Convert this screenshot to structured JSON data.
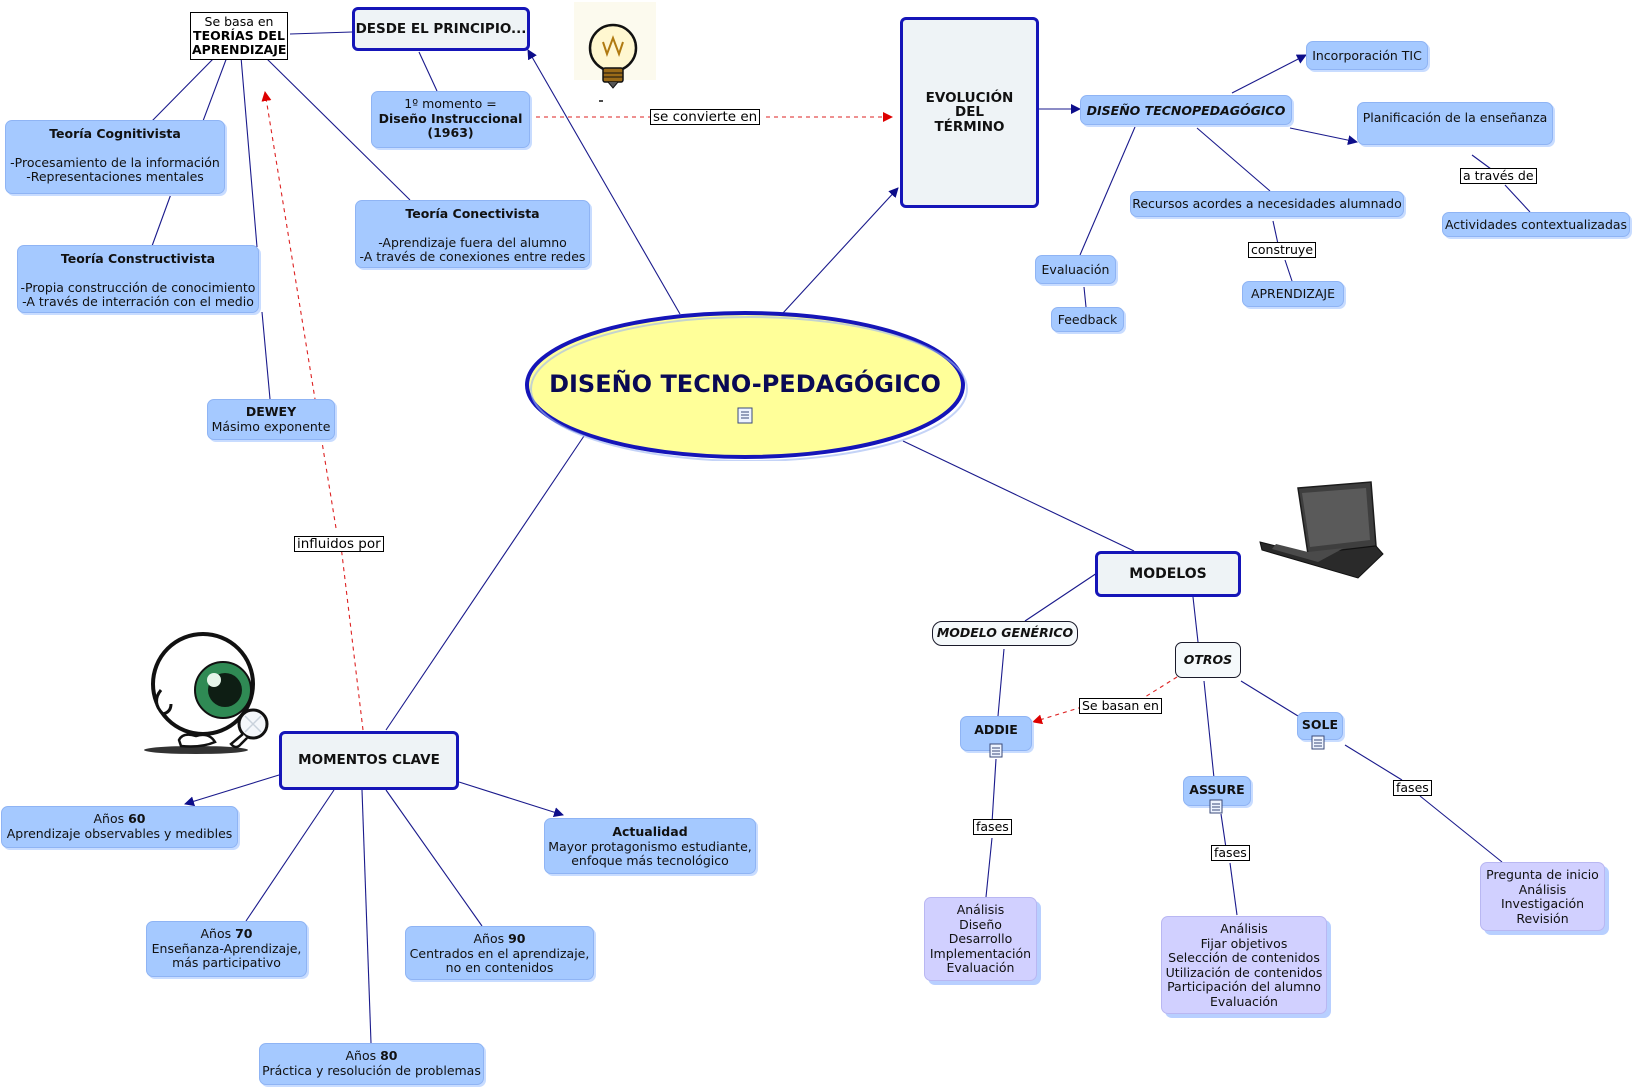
{
  "central": {
    "title": "DISEÑO TECNO-PEDAGÓGICO",
    "icon": "document-icon"
  },
  "headers": {
    "desde": "DESDE EL PRINCIPIO...",
    "evolucion": [
      "EVOLUCIÓN",
      "DEL",
      "TÉRMINO"
    ],
    "modelos": "MODELOS",
    "momentos": "MOMENTOS CLAVE"
  },
  "teorias_label": {
    "line1": "Se basa en",
    "line2": "TEORÍAS DEL",
    "line3": "APRENDIZAJE"
  },
  "primer_momento": {
    "line1": "1º momento =",
    "line2": "Diseño Instruccional",
    "line3": "(1963)"
  },
  "cognitivista": {
    "title": "Teoría Cognitivista",
    "line1": "-Procesamiento de la información",
    "line2": "-Representaciones mentales"
  },
  "constructivista": {
    "title": "Teoría Constructivista",
    "line1": "-Propia construcción de conocimiento",
    "line2": "-A través de interración con el medio"
  },
  "conectivista": {
    "title": "Teoría Conectivista",
    "line1": "-Aprendizaje fuera del alumno",
    "line2": "-A través de conexiones entre redes"
  },
  "dewey": {
    "title": "DEWEY",
    "subtitle": "Másimo exponente"
  },
  "link_labels": {
    "se_convierte": "se convierte en",
    "influidos": "influidos por",
    "a_traves": "a través de",
    "construye": "construye",
    "se_basan": "Se basan en",
    "fases": "fases"
  },
  "evolucion_branch": {
    "diseno": "DISEÑO TECNOPEDAGÓGICO",
    "tic": "Incorporación TIC",
    "planificacion": "Planificación de la enseñanza",
    "actividades": "Actividades contextualizadas",
    "recursos": "Recursos acordes a necesidades alumnado",
    "aprendizaje": "APRENDIZAJE",
    "evaluacion": "Evaluación",
    "feedback": "Feedback"
  },
  "modelos_branch": {
    "generico": "MODELO GENÉRICO",
    "otros": "OTROS",
    "addie": "ADDIE",
    "assure": "ASSURE",
    "sole": "SOLE",
    "addie_fases": [
      "Análisis",
      "Diseño",
      "Desarrollo",
      "Implementación",
      "Evaluación"
    ],
    "assure_fases": [
      "Análisis",
      "Fijar objetivos",
      "Selección de contenidos",
      "Utilización de contenidos",
      "Participación del alumno",
      "Evaluación"
    ],
    "sole_fases": [
      "Pregunta de inicio",
      "Análisis",
      "Investigación",
      "Revisión"
    ]
  },
  "momentos": {
    "m60": {
      "prefix": "Años ",
      "year": "60",
      "text": "Aprendizaje observables y medibles"
    },
    "m70": {
      "prefix": "Años ",
      "year": "70",
      "line1": "Enseñanza-Aprendizaje,",
      "line2": "más participativo"
    },
    "m80": {
      "prefix": "Años ",
      "year": "80",
      "text": "Práctica y resolución de problemas"
    },
    "m90": {
      "prefix": "Años ",
      "year": "90",
      "line1": "Centrados en el aprendizaje,",
      "line2": "no en contenidos"
    },
    "actual": {
      "title": "Actualidad",
      "line1": "Mayor protagonismo estudiante,",
      "line2": "enfoque más tecnológico"
    }
  },
  "images": [
    "lightbulb-icon",
    "laptop-icon",
    "eyeball-magnifier-icon"
  ],
  "colors": {
    "node_blue": "#a5c9ff",
    "node_lavender": "#d1d0ff",
    "header_border": "#1515b8",
    "central_fill": "#ffff99",
    "link_line": "#1a1a8c",
    "dashed_link": "#cc0000"
  }
}
